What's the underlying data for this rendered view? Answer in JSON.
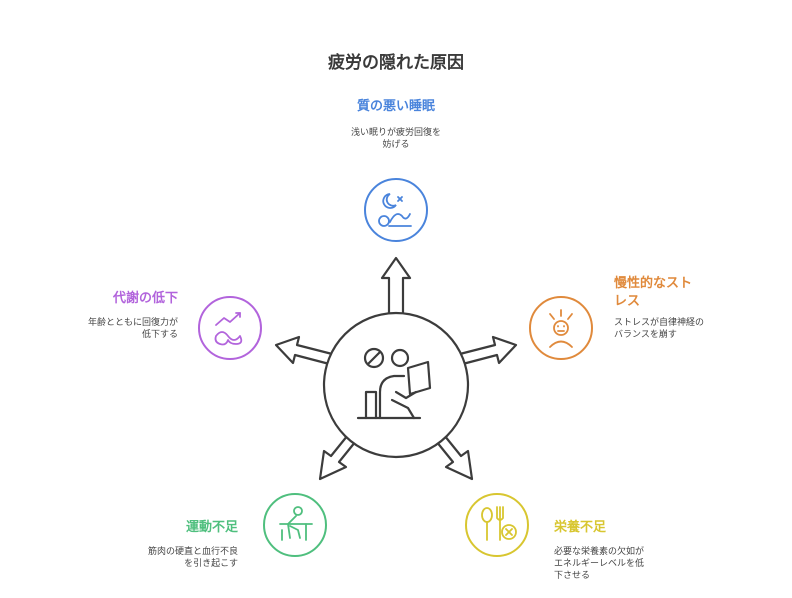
{
  "title": "疲労の隠れた原因",
  "items": [
    {
      "heading": "質の悪い睡眠",
      "desc1": "浅い眠りが疲労回復を",
      "desc2": "妨げる",
      "color": "#4a84dc",
      "icon": "moon-sleep-icon"
    },
    {
      "heading": "慢性的なスト",
      "heading2": "レス",
      "desc1": "ストレスが自律神経の",
      "desc2": "バランスを崩す",
      "color": "#e08a3c",
      "icon": "stressed-person-icon"
    },
    {
      "heading": "栄養不足",
      "desc1": "必要な栄養素の欠如が",
      "desc2": "エネルギーレベルを低",
      "desc3": "下させる",
      "color": "#d8c630",
      "icon": "utensils-cross-icon"
    },
    {
      "heading": "運動不足",
      "desc1": "筋肉の硬直と血行不良",
      "desc2": "を引き起こす",
      "color": "#4fbf7e",
      "icon": "person-at-desk-icon"
    },
    {
      "heading": "代謝の低下",
      "desc1": "年齢とともに回復力が",
      "desc2": "低下する",
      "color": "#b264dc",
      "icon": "metabolism-trend-icon"
    }
  ],
  "center": {
    "icon": "tired-person-reading-icon"
  }
}
